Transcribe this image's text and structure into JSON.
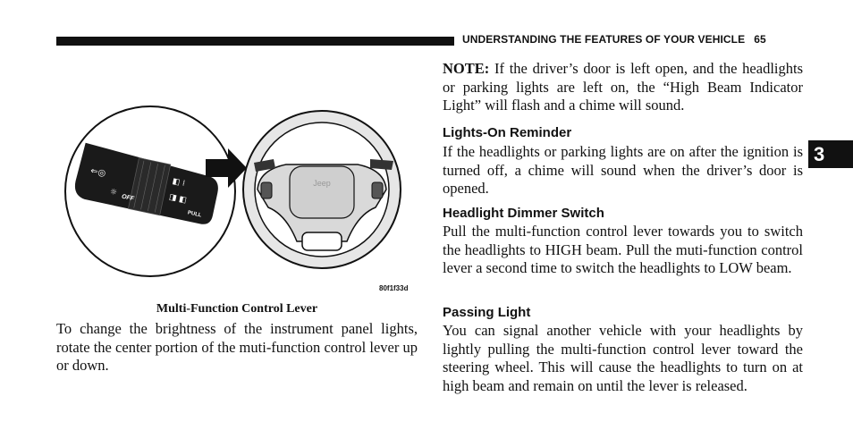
{
  "header": {
    "section_title": "UNDERSTANDING THE FEATURES OF YOUR VEHICLE",
    "page_number": "65"
  },
  "chapter_tab": "3",
  "figure": {
    "code": "80f1f33d",
    "caption": "Multi-Function Control Lever",
    "lever_labels": {
      "off": "OFF",
      "pull": "PULL"
    },
    "wheel_logo": "Jeep"
  },
  "left_column": {
    "paragraph": "To change the brightness of the instrument panel lights, rotate the center portion of the muti-function control lever up or down."
  },
  "right_column": {
    "note_label": "NOTE:",
    "note_text": " If the driver’s door is left open, and the headlights or parking lights are left on, the “High Beam Indicator Light” will flash and a chime will sound.",
    "sections": [
      {
        "heading": "Lights-On Reminder",
        "body": "If the headlights or parking lights are on after the ignition is turned off, a chime will sound when the driver’s door is opened."
      },
      {
        "heading": "Headlight Dimmer Switch",
        "body": "Pull the multi-function control lever towards you to switch the headlights to HIGH beam. Pull the muti-function control lever a second time to switch the headlights to LOW beam."
      },
      {
        "heading": "Passing Light",
        "body": "You can signal another vehicle with your headlights by lightly pulling the multi-function control lever toward the steering wheel. This will cause the headlights to turn on at high beam and remain on until the lever is released."
      }
    ]
  }
}
